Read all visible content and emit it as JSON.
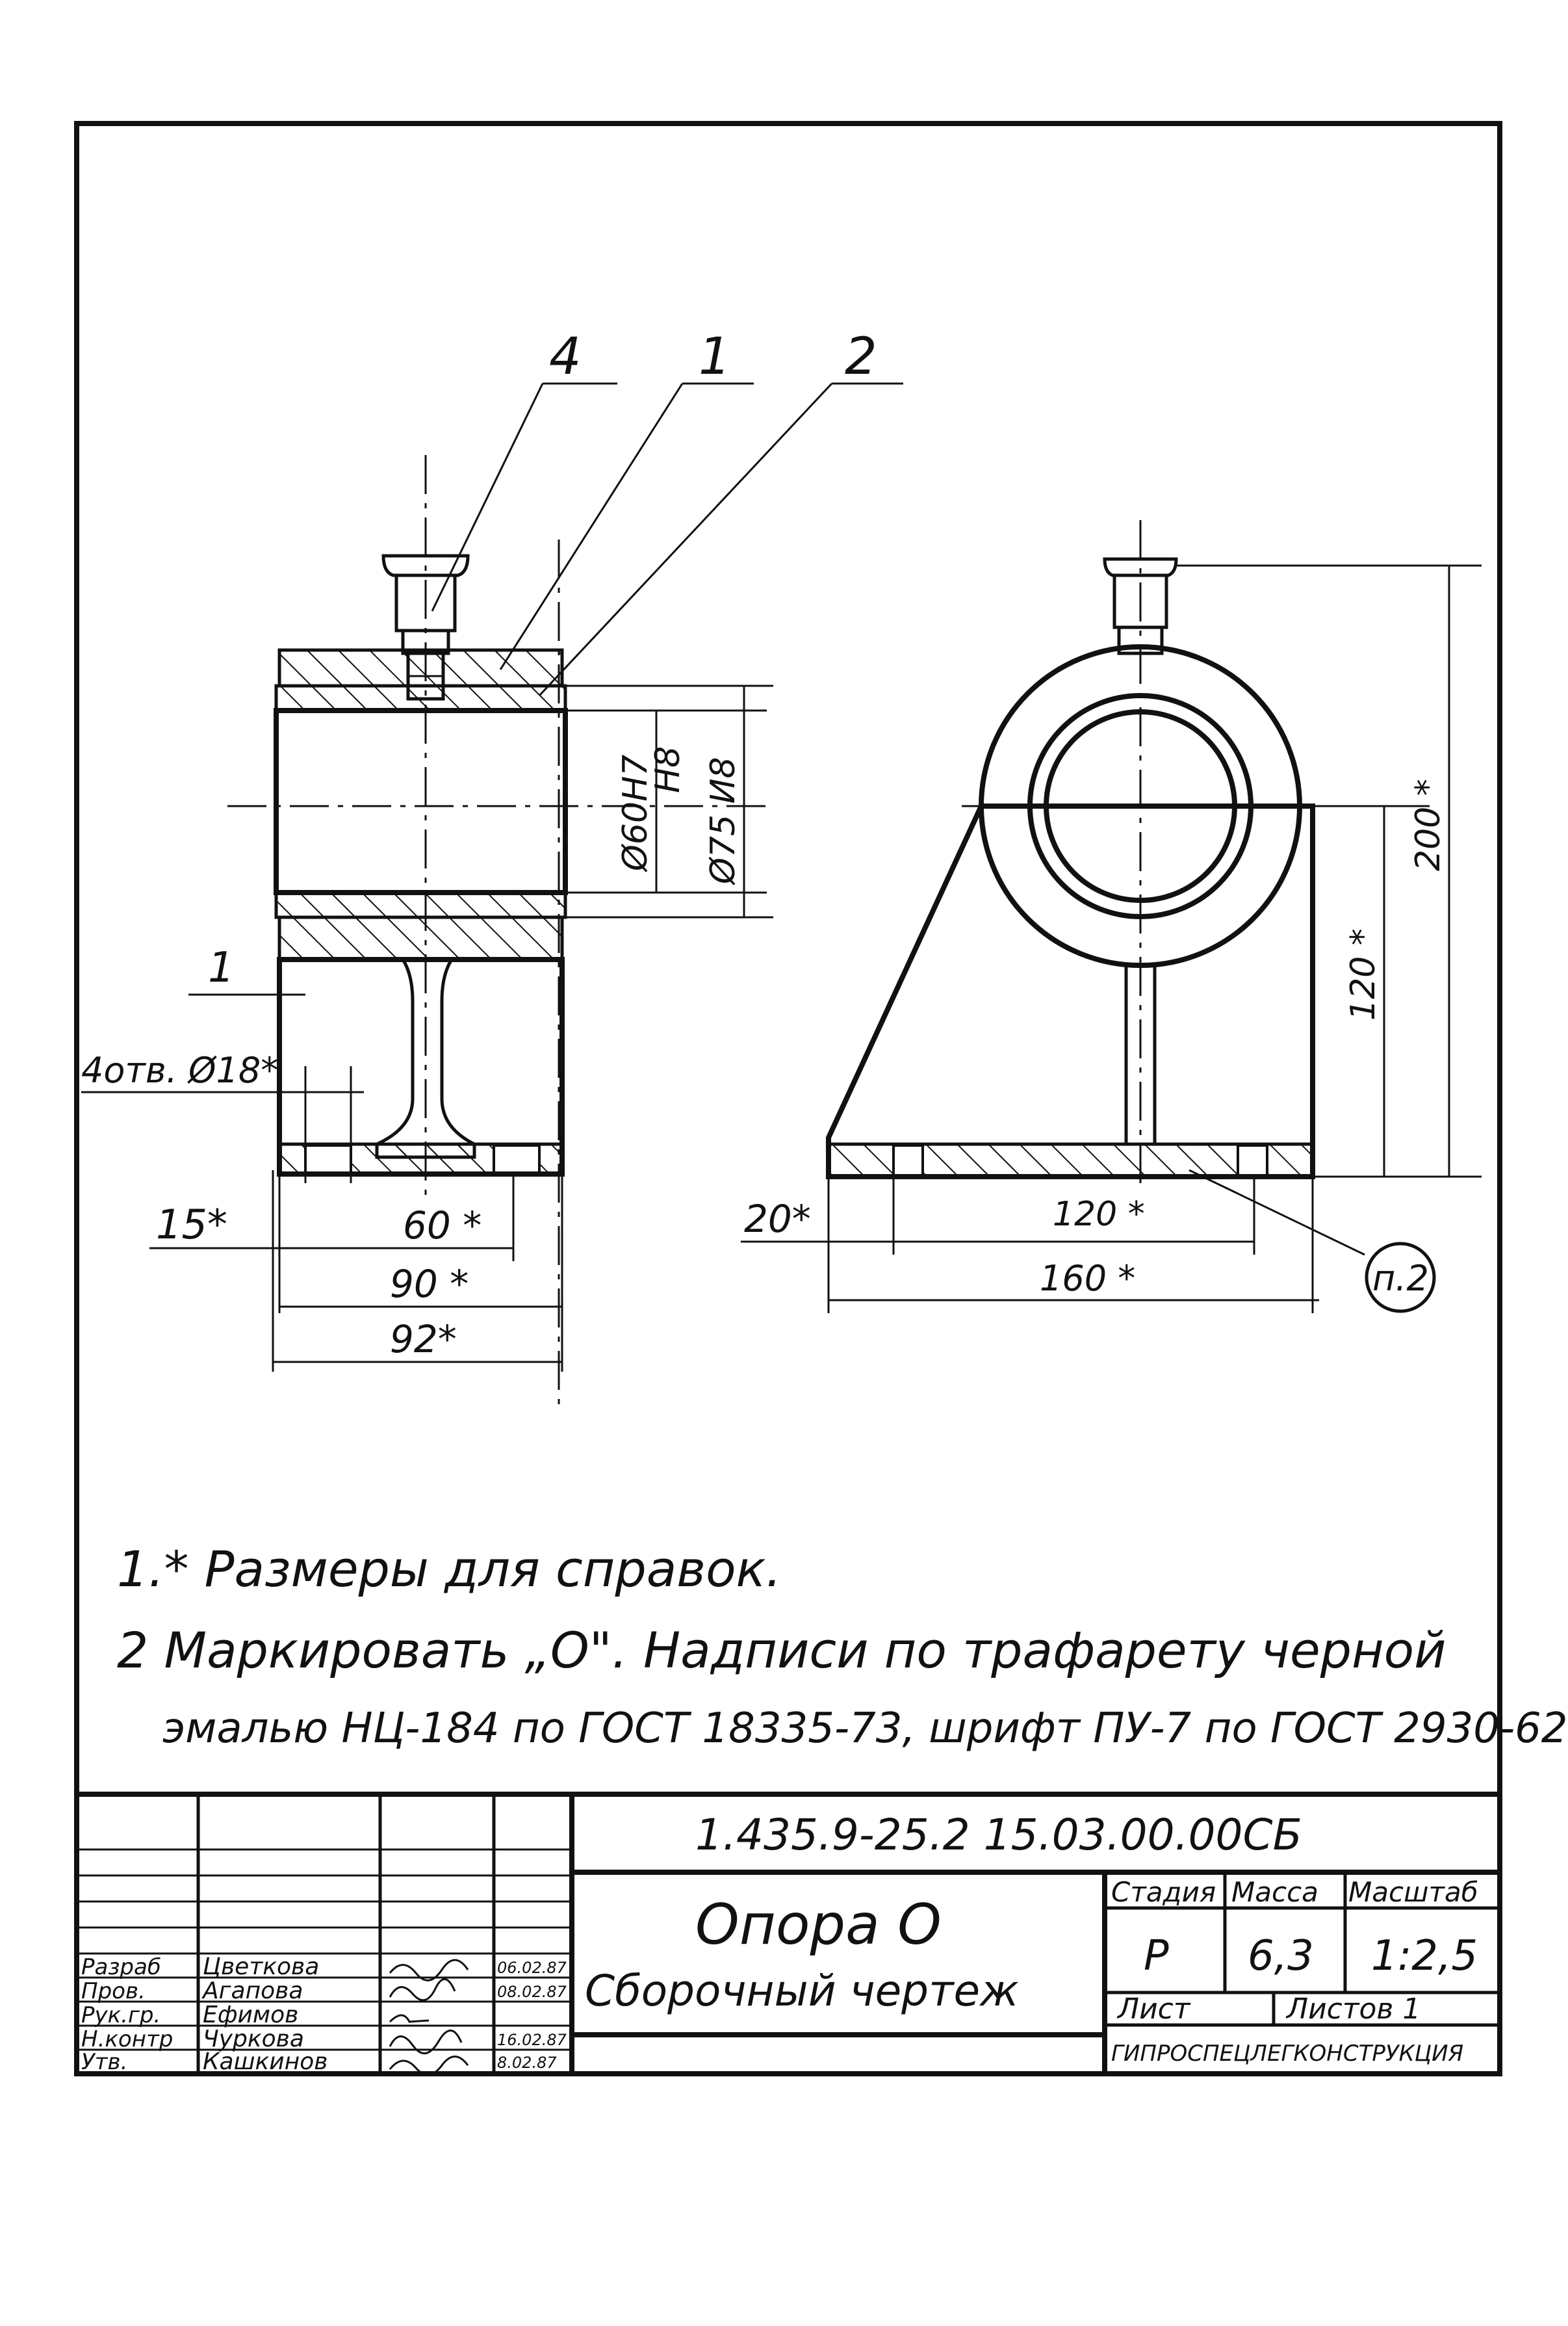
{
  "callouts": {
    "c4": "4",
    "c1": "1",
    "c2": "2"
  },
  "left_view": {
    "d_inner": "Ø60H7",
    "fit": "H8",
    "d_outer": "Ø75 И8",
    "gap_label": "1",
    "holes": "4отв. Ø18*",
    "dim15": "15*",
    "dim60": "60 *",
    "dim90": "90 *",
    "dim92": "92*"
  },
  "right_view": {
    "dim20": "20*",
    "dim120w": "120 *",
    "dim160": "160 *",
    "dim120h": "120 *",
    "dim200": "200 *",
    "mark": "п.2"
  },
  "notes": [
    "1.* Размеры для справок.",
    "2 Маркировать „О\". Надписи по трафарету черной",
    "эмалью НЦ-184 по ГОСТ 18335-73, шрифт ПУ-7 по ГОСТ 2930-62"
  ],
  "title_block": {
    "designation": "1.435.9-25.2   15.03.00.00СБ",
    "name_line1": "Опора  О",
    "name_line2": "Сборочный   чертеж",
    "stage_hdr": "Стадия",
    "mass_hdr": "Масса",
    "scale_hdr": "Масштаб",
    "stage": "Р",
    "mass": "6,3",
    "scale": "1:2,5",
    "sheet": "Лист",
    "sheets": "Листов 1",
    "org": "ГИПРОСПЕЦЛЕГКОНСТРУКЦИЯ",
    "rows": [
      {
        "role": "Разраб",
        "name": "Цветкова",
        "date": "06.02.87"
      },
      {
        "role": "Пров.",
        "name": "Агапова",
        "date": "08.02.87"
      },
      {
        "role": "Рук.гр.",
        "name": "Ефимов",
        "date": ""
      },
      {
        "role": "Н.контр",
        "name": "Чуркова",
        "date": "16.02.87"
      },
      {
        "role": "Утв.",
        "name": "Кашкинов",
        "date": "8.02.87"
      }
    ]
  }
}
